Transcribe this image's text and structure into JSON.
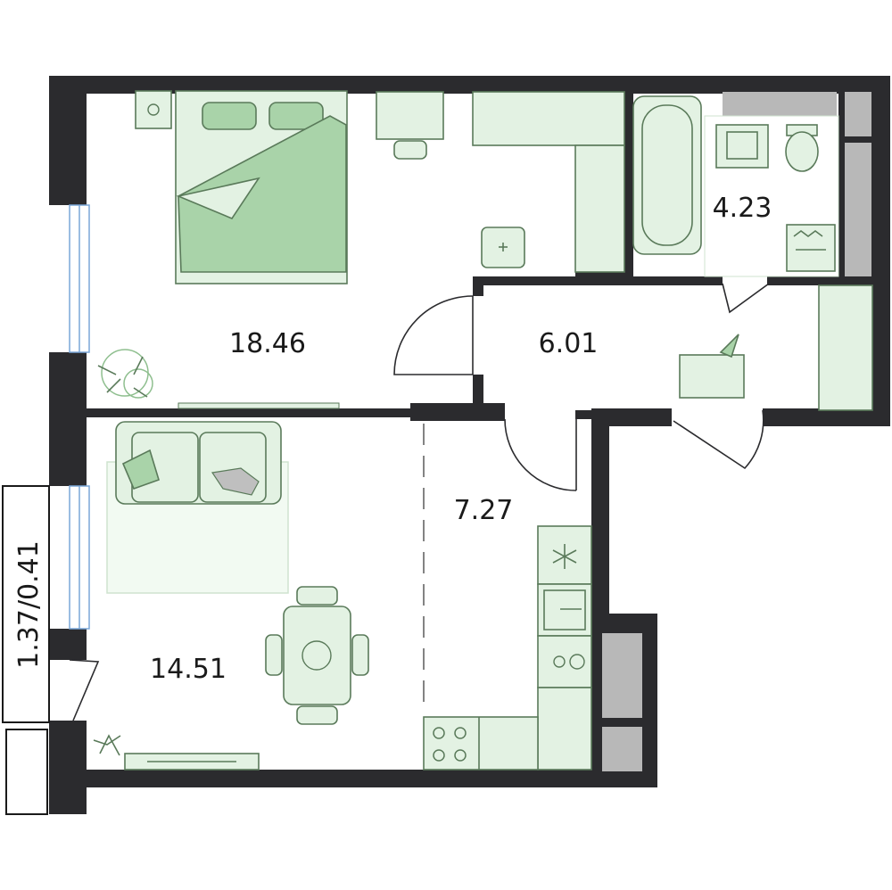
{
  "floor_plan": {
    "rooms": [
      {
        "id": "bedroom",
        "area": "18.46"
      },
      {
        "id": "hallway",
        "area": "6.01"
      },
      {
        "id": "bathroom",
        "area": "4.23"
      },
      {
        "id": "kitchen",
        "area": "7.27"
      },
      {
        "id": "living-room",
        "area": "14.51"
      }
    ],
    "balcony": {
      "area": "1.37/0.41"
    }
  },
  "colors": {
    "wall": "#2b2b2e",
    "furniture_fill": "#e3f2e3",
    "furniture_accent": "#a9d3a9",
    "furniture_stroke": "#5a7a5a",
    "window": "#cfe3f7"
  }
}
